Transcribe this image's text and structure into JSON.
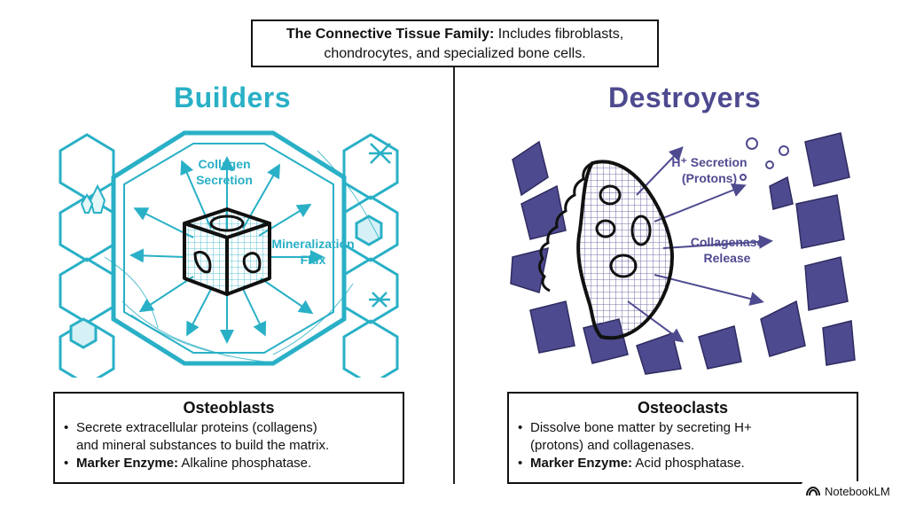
{
  "header": {
    "bold": "The Connective Tissue Family:",
    "line1_rest": "Includes fibroblasts,",
    "line2": "chondrocytes, and specialized bone cells."
  },
  "builders": {
    "title": "Builders",
    "label_collagen_1": "Collagen",
    "label_collagen_2": "Secretion",
    "label_mineral_1": "Mineralization",
    "label_mineral_2": "Flux",
    "card_title": "Osteoblasts",
    "bullet1_line1": "Secrete extracellular proteins (collagens)",
    "bullet1_line2": "and mineral substances to build the matrix.",
    "bullet2_bold": "Marker Enzyme:",
    "bullet2_rest": "Alkaline phosphatase."
  },
  "destroyers": {
    "title": "Destroyers",
    "label_h_1": "H⁺ Secretion",
    "label_h_2": "(Protons)",
    "label_coll_1": "Collagenase",
    "label_coll_2": "Release",
    "card_title": "Osteoclasts",
    "bullet1_line1": "Dissolve bone matter by secreting H+",
    "bullet1_line2": "(protons) and collagenases.",
    "bullet2_bold": "Marker Enzyme:",
    "bullet2_rest": "Acid phosphatase."
  },
  "bullet_char": "•",
  "badge": {
    "label": "NotebookLM"
  },
  "colors": {
    "builders": "#29b0c6",
    "destroyers": "#4e4a8f",
    "ink": "#111111"
  }
}
